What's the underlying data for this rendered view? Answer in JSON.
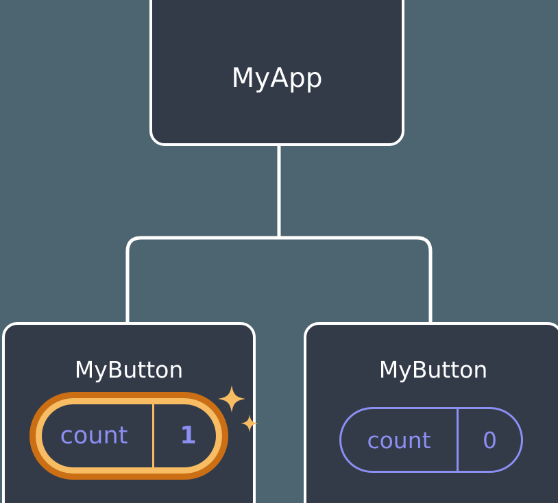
{
  "diagram": {
    "type": "component-tree",
    "background_color": "#4c6570",
    "node_fill_color": "#333b49",
    "node_border_color": "#ffffff",
    "connector_color": "#ffffff",
    "accent_color": "#f8bd63",
    "accent_dark_color": "#cc6f14",
    "state_color": "#8c8ff2"
  },
  "root": {
    "title": "MyApp"
  },
  "children": [
    {
      "title": "MyButton",
      "state": {
        "key": "count",
        "value": "1"
      },
      "highlighted": true,
      "sparkle_large": "sparkle-icon",
      "sparkle_small": "sparkle-icon"
    },
    {
      "title": "MyButton",
      "state": {
        "key": "count",
        "value": "0"
      },
      "highlighted": false
    }
  ]
}
